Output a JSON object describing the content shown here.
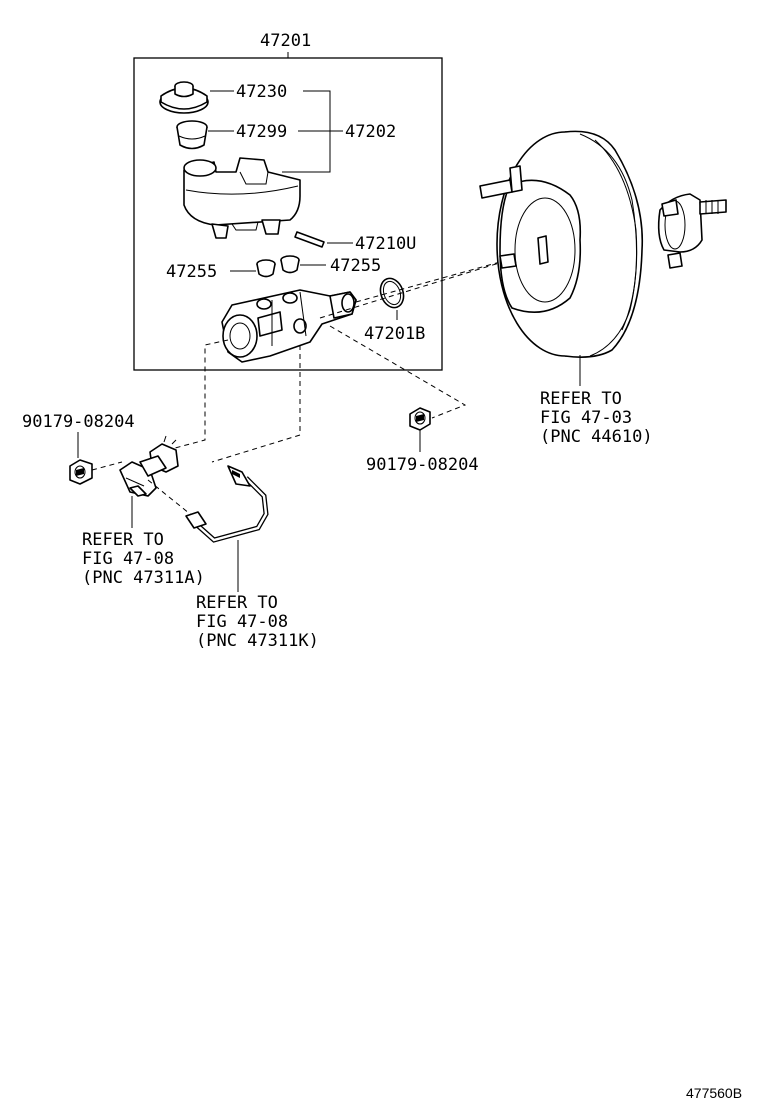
{
  "labels": {
    "assembly": "47201",
    "cap": "47230",
    "strainer": "47299",
    "reservoir": "47202",
    "pin": "47210U",
    "grommet_left": "47255",
    "grommet_right": "47255",
    "oring": "47201B",
    "nut_left": "90179-08204",
    "nut_right": "90179-08204"
  },
  "refer_booster": [
    "REFER TO",
    "FIG 47-03",
    "(PNC 44610)"
  ],
  "refer_switch": [
    "REFER TO",
    "FIG 47-08",
    "(PNC 47311A)"
  ],
  "refer_tube": [
    "REFER TO",
    "FIG 47-08",
    "(PNC 47311K)"
  ],
  "footer": "477560B"
}
